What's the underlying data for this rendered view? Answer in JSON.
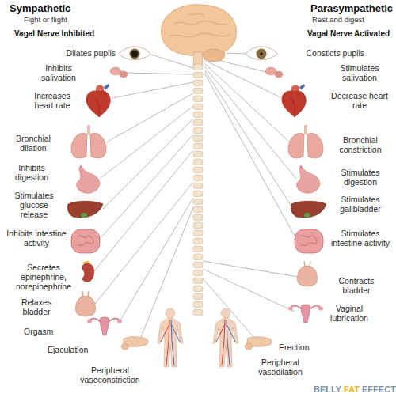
{
  "diagram": {
    "labels": [
      "Sympathetic",
      "Fight or flight",
      "Vagal Nerve Inhibited",
      "Dilates pupils",
      "Inhibits salivation",
      "Increases heart rate",
      "Bronchial dilation",
      "Inhibits digestion",
      "Stimulates glucose release",
      "Inhibits intestine activity",
      "Secretes epinephrine, norepinephrine",
      "Relaxes bladder",
      "Orgasm",
      "Ejaculation",
      "Peripheral vasoconstriction",
      "Parasympathetic",
      "Rest and digest",
      "Vagal Nerve Activated",
      "Consticts pupils",
      "Stimulates salivation",
      "Decrease heart rate",
      "Bronchial constriction",
      "Stimulates digestion",
      "Stimulates gallbladder",
      "Stimulates intestine activity",
      "Contracts bladder",
      "Vaginal lubrication",
      "Erection",
      "Peripheral vasodilation",
      "BELLY",
      "FAT",
      "EFFECT"
    ]
  }
}
